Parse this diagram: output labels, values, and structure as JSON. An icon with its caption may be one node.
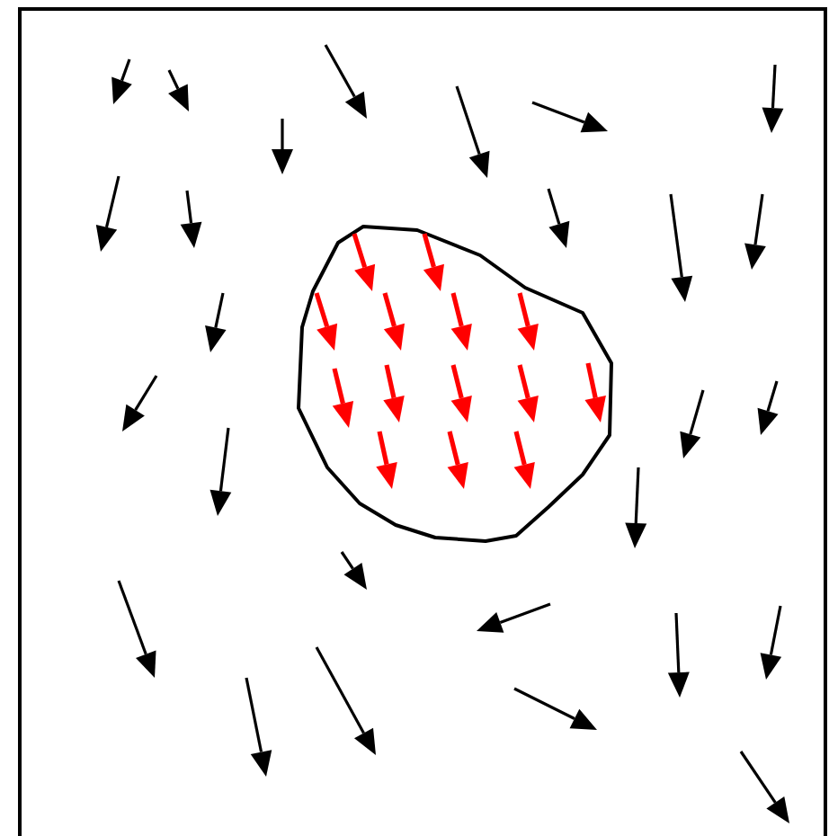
{
  "diagram": {
    "nodes": [
      {
        "text": [],
        "shape": "box"
      },
      {
        "text": [],
        "shape": "blob",
        "in": 0
      }
    ]
  }
}
